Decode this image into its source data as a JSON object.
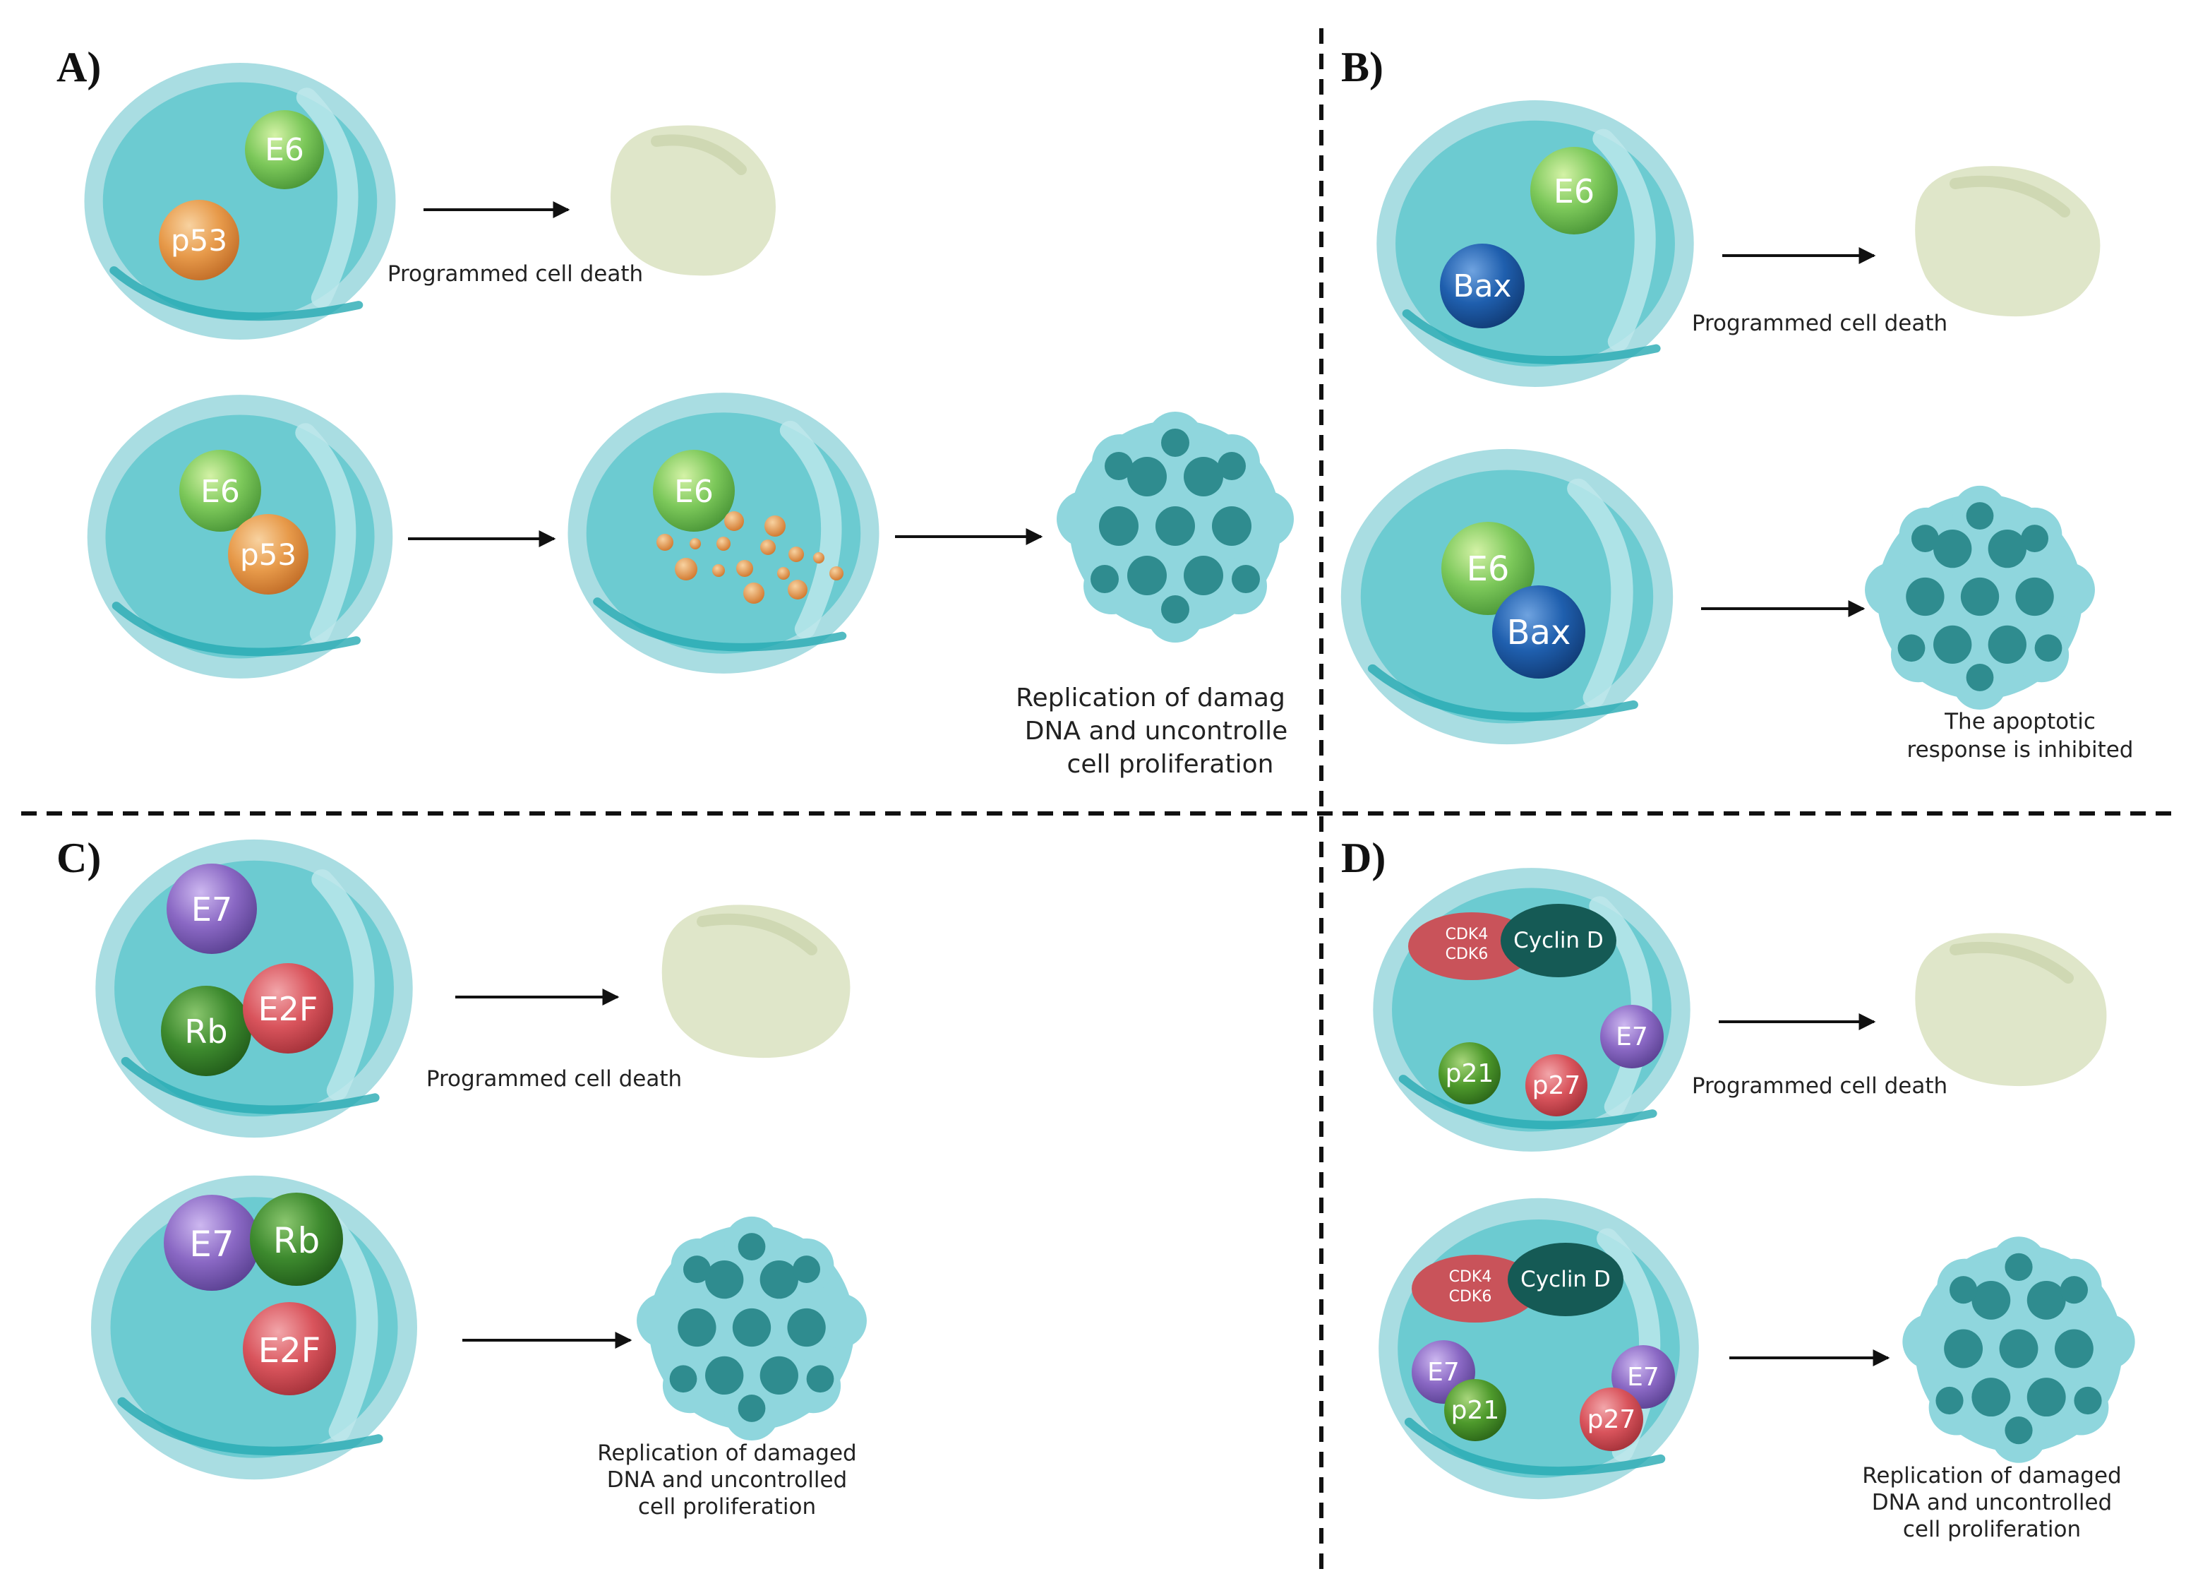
{
  "panels": {
    "A": {
      "label": "A)",
      "top_row": {
        "proteins": [
          "E6",
          "p53"
        ],
        "outcome": "Programmed cell death"
      },
      "bottom_row": {
        "proteins": [
          "E6",
          "p53"
        ],
        "degraded_protein": "E6",
        "outcome_lines": [
          "Replication of damag",
          "DNA and uncontrolle",
          "cell proliferation"
        ]
      }
    },
    "B": {
      "label": "B)",
      "top_row": {
        "proteins": [
          "E6",
          "Bax"
        ],
        "outcome": "Programmed cell death"
      },
      "bottom_row": {
        "proteins": [
          "E6",
          "Bax"
        ],
        "outcome_lines": [
          "The apoptotic",
          "response is inhibited"
        ]
      }
    },
    "C": {
      "label": "C)",
      "top_row": {
        "proteins": [
          "E7",
          "Rb",
          "E2F"
        ],
        "outcome": "Programmed cell death"
      },
      "bottom_row": {
        "proteins": [
          "E7",
          "Rb",
          "E2F"
        ],
        "outcome_lines": [
          "Replication of damaged",
          "DNA and uncontrolled",
          "cell proliferation"
        ]
      }
    },
    "D": {
      "label": "D)",
      "top_row": {
        "cdk_lines": [
          "CDK4",
          "CDK6"
        ],
        "cyclin": "Cyclin D",
        "proteins": [
          "E7",
          "p21",
          "p27"
        ],
        "outcome": "Programmed cell death"
      },
      "bottom_row": {
        "cdk_lines": [
          "CDK4",
          "CDK6"
        ],
        "cyclin": "Cyclin D",
        "proteins": [
          "E7",
          "p21",
          "E7",
          "p27"
        ],
        "outcome_lines": [
          "Replication of damaged",
          "DNA and uncontrolled",
          "cell proliferation"
        ]
      }
    }
  },
  "colors": {
    "cell_outer": "#a9dde2",
    "cell_inner": "#6ccbd1",
    "dead_cell": "#dfe6c9",
    "tumor_outer": "#8fd6dd",
    "tumor_inner": "#2f8c8f",
    "E6": "#7cc85a",
    "p53": "#e79a4a",
    "Bax": "#1f5fae",
    "E7": "#8a68c4",
    "Rb": "#3d8a2e",
    "E2F": "#d9545c",
    "p21": "#4e9a2c",
    "p27": "#d9545c",
    "CDK": "#c9535a",
    "Cyclin": "#155a55",
    "divider": "#111111"
  }
}
